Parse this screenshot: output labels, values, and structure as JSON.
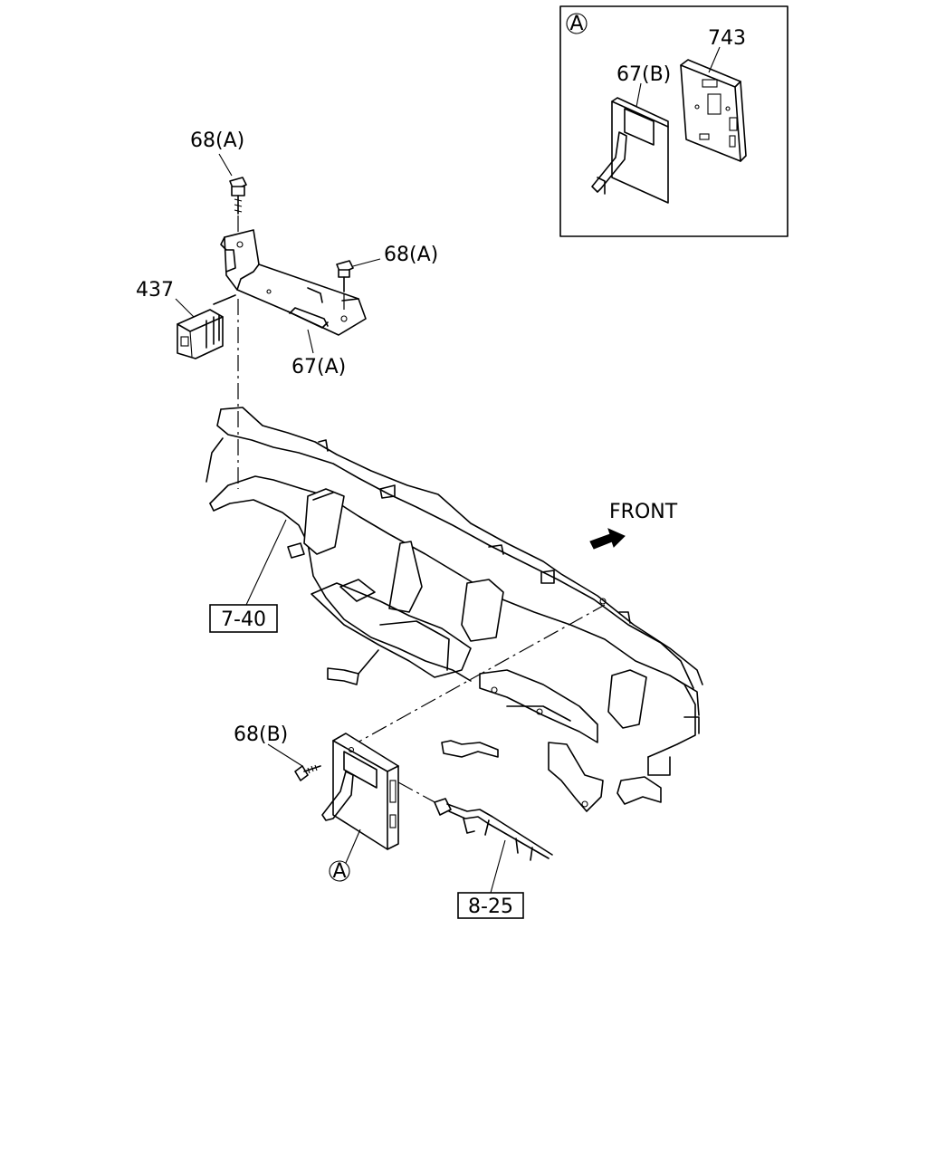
{
  "labels": {
    "detail_marker": "A",
    "part_743": "743",
    "part_67b_detail": "67(B)",
    "part_68a_top": "68(A)",
    "part_68a_right": "68(A)",
    "part_437": "437",
    "part_67a": "67(A)",
    "front": "FRONT",
    "ref_7_40": "7-40",
    "part_68b": "68(B)",
    "callout_a": "A",
    "ref_8_25": "8-25"
  }
}
